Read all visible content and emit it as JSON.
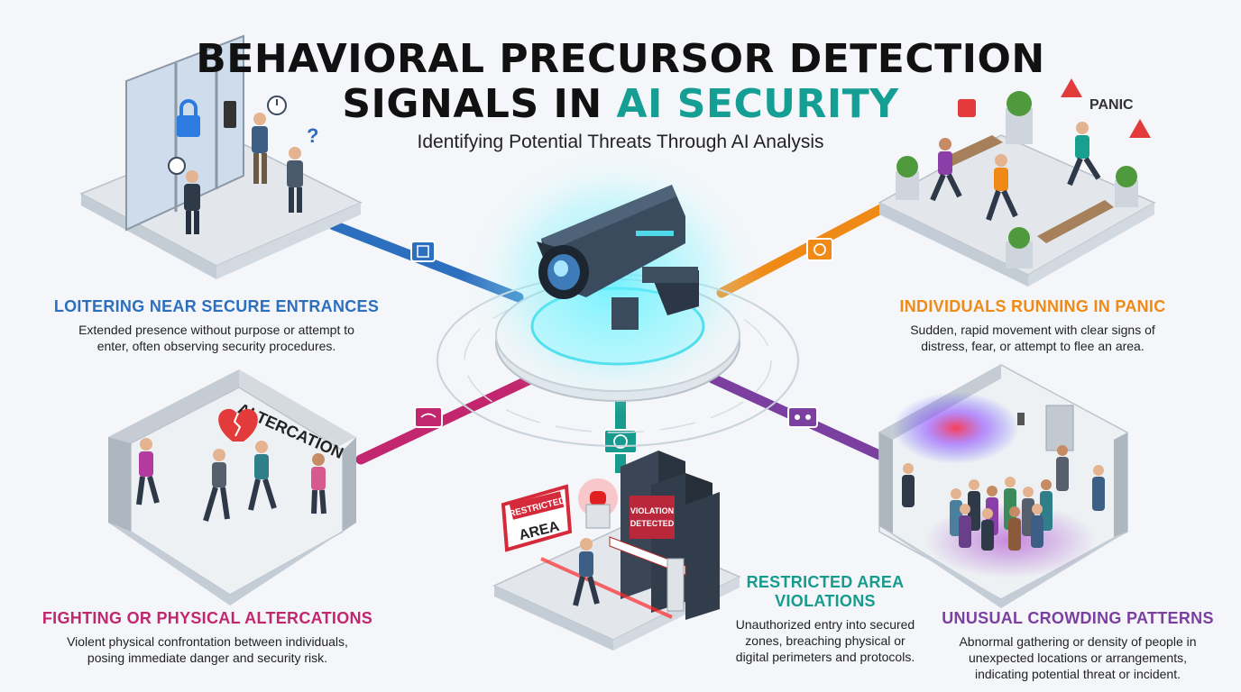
{
  "header": {
    "title_line1": "BEHAVIORAL PRECURSOR DETECTION",
    "title_line2_plain": "SIGNALS IN ",
    "title_line2_accent": "AI SECURITY",
    "subtitle": "Identifying Potential Threats Through AI Analysis"
  },
  "colors": {
    "accent": "#159e93",
    "loitering": "#2c6fbf",
    "running": "#ef8a17",
    "fighting": "#c2266f",
    "restricted": "#179b8e",
    "crowding": "#7b3fa0"
  },
  "signals": {
    "loitering": {
      "title": "LOITERING NEAR SECURE ENTRANCES",
      "description_line1": "Extended presence without purpose or attempt to",
      "description_line2": "enter, often observing security procedures.",
      "icon": "padlock-icon"
    },
    "running": {
      "title": "INDIVIDUALS RUNNING IN PANIC",
      "description_line1": "Sudden, rapid movement with clear signs of",
      "description_line2": "distress, fear, or attempt to flee an area.",
      "scene_label": "PANIC",
      "icon": "warning-icon"
    },
    "fighting": {
      "title": "FIGHTING OR PHYSICAL ALTERCATIONS",
      "description_line1": "Violent physical confrontation between individuals,",
      "description_line2": "posing immediate danger and security risk.",
      "scene_label": "ALTERCATION",
      "icon": "broken-heart-icon"
    },
    "restricted": {
      "title_line1": "RESTRICTED AREA",
      "title_line2": "VIOLATIONS",
      "description_line1": "Unauthorized entry into secured",
      "description_line2": "zones, breaching physical or",
      "description_line3": "digital perimeters and protocols.",
      "sign_line1": "RESTRICTED",
      "sign_line2": "AREA",
      "server_label_line1": "VIOLATION",
      "server_label_line2": "DETECTED",
      "icon": "siren-icon"
    },
    "crowding": {
      "title": "UNUSUAL CROWDING PATTERNS",
      "description_line1": "Abnormal gathering or density of people in",
      "description_line2": "unexpected locations or arrangements,",
      "description_line3": "indicating potential threat or incident.",
      "icon": "heatmap-icon"
    }
  },
  "center": {
    "icon": "security-camera-icon"
  }
}
